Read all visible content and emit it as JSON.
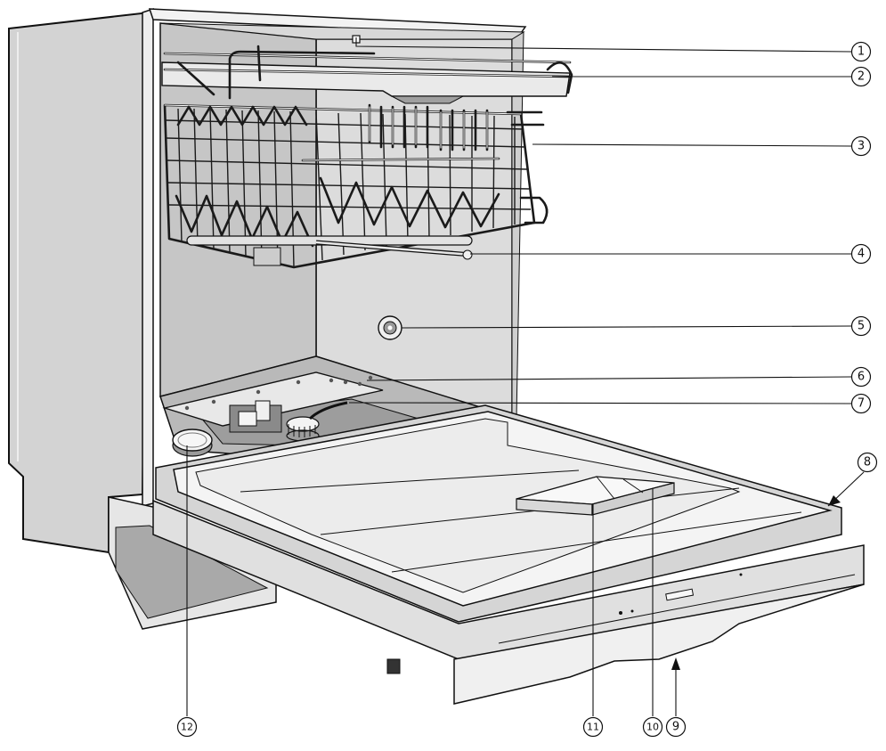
{
  "callouts": [
    {
      "id": 1,
      "label": "1"
    },
    {
      "id": 2,
      "label": "2"
    },
    {
      "id": 3,
      "label": "3"
    },
    {
      "id": 4,
      "label": "4"
    },
    {
      "id": 5,
      "label": "5"
    },
    {
      "id": 6,
      "label": "6"
    },
    {
      "id": 7,
      "label": "7"
    },
    {
      "id": 8,
      "label": "8"
    },
    {
      "id": 9,
      "label": "9"
    },
    {
      "id": 10,
      "label": "10"
    },
    {
      "id": 11,
      "label": "11"
    },
    {
      "id": 12,
      "label": "12"
    }
  ],
  "colors": {
    "outline": "#111111",
    "cabinet_side": "#d3d3d3",
    "tub_back": "#dcdcdc",
    "tub_side": "#c6c6c6",
    "door_panel": "#f4f4f4",
    "floor_shadow": "#a9a9a9"
  }
}
